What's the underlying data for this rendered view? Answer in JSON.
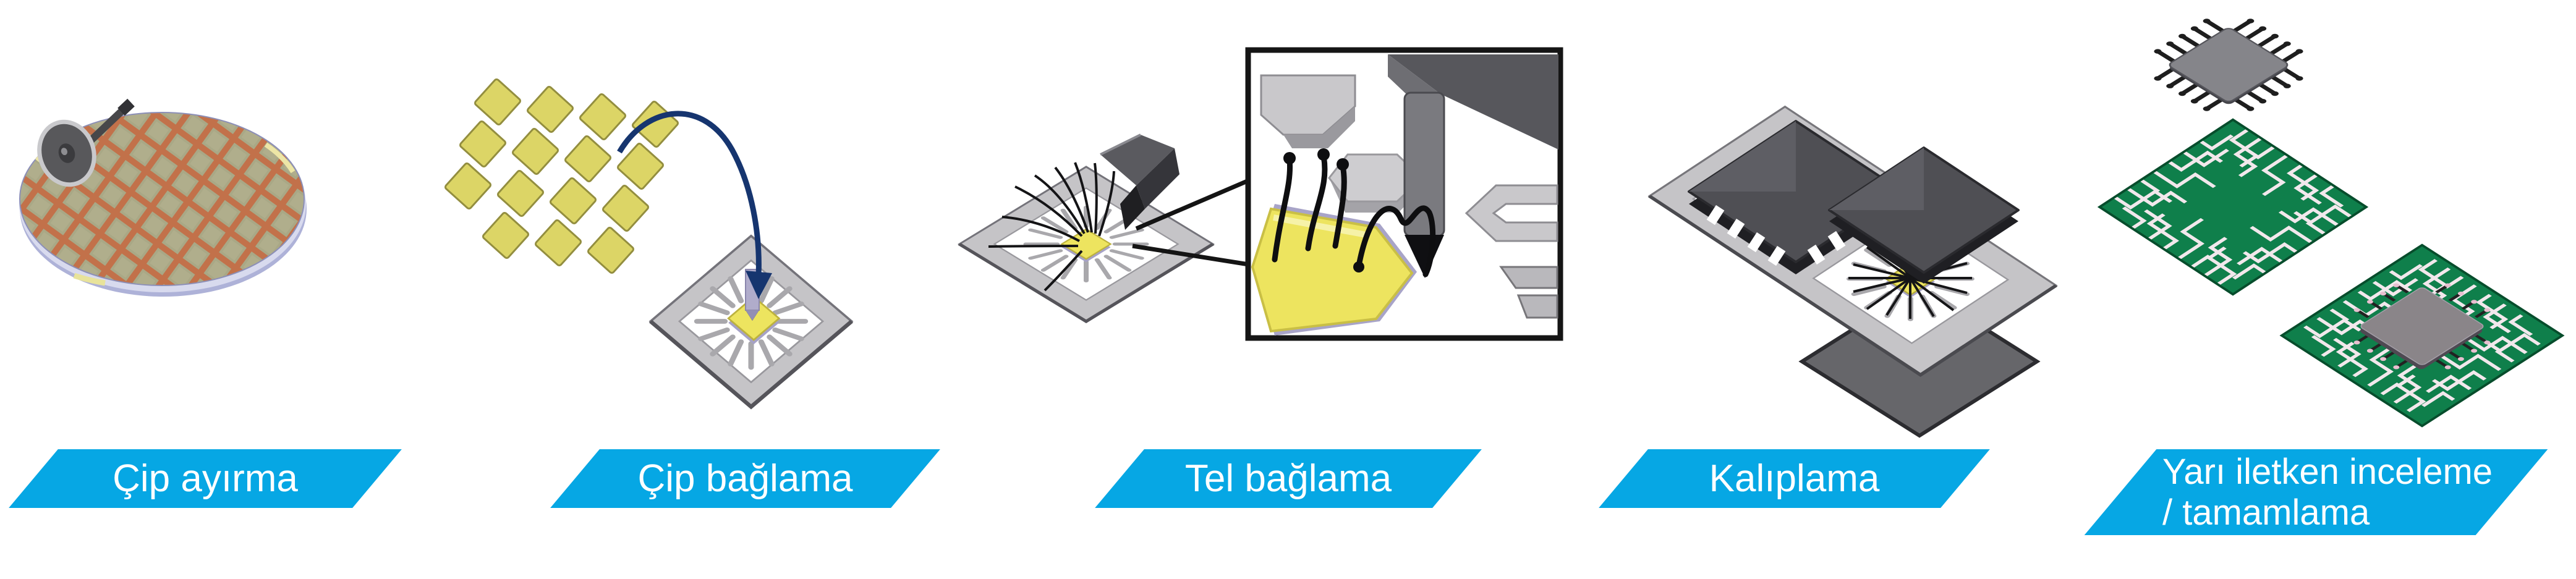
{
  "diagram_title": "semiconductor assembly process flow",
  "steps": [
    {
      "id": "chip-separation",
      "label": "Çip ayırma",
      "illustration": "wafer-dicing-illustration"
    },
    {
      "id": "die-bonding",
      "label": "Çip bağlama",
      "illustration": "die-attach-illustration"
    },
    {
      "id": "wire-bonding",
      "label": "Tel bağlama",
      "illustration": "wire-bond-illustration"
    },
    {
      "id": "molding",
      "label": "Kalıplama",
      "illustration": "molding-illustration"
    },
    {
      "id": "inspection-finish",
      "label": "Yarı iletken inceleme / tamamlama",
      "label_line1": "Yarı iletken inceleme",
      "label_line2": "/ tamamlama",
      "illustration": "inspection-illustration"
    }
  ],
  "icons": [
    "dicing-saw-icon",
    "transfer-arrow-icon",
    "bonding-tool-icon",
    "capillary-icon",
    "qfp-chip-icon"
  ],
  "colors": {
    "accent_blue": "#06A7E4",
    "label_text": "#FFFFFF",
    "pcb_green": "#0F7F4B",
    "pcb_dark": "#074D2C",
    "trace_white": "#F2E8EC",
    "die_yellow": "#EDE45F",
    "chip_yellow": "#DCD566",
    "frame_grey": "#C5C4C7",
    "lead_grey": "#A9A8AC",
    "package_dark": "#4F4F54",
    "tool_dark": "#55555A",
    "wafer_olive": "#A9A886",
    "wafer_grid": "#C2714A",
    "wafer_rim": "#D8DAEE",
    "arrow_navy": "#16356F",
    "qfp_grey": "#85858A",
    "mold_grey": "#66666A",
    "nozzle_lavender": "#B0ACCB",
    "wire_black": "#141416"
  },
  "background": "#FFFFFF"
}
